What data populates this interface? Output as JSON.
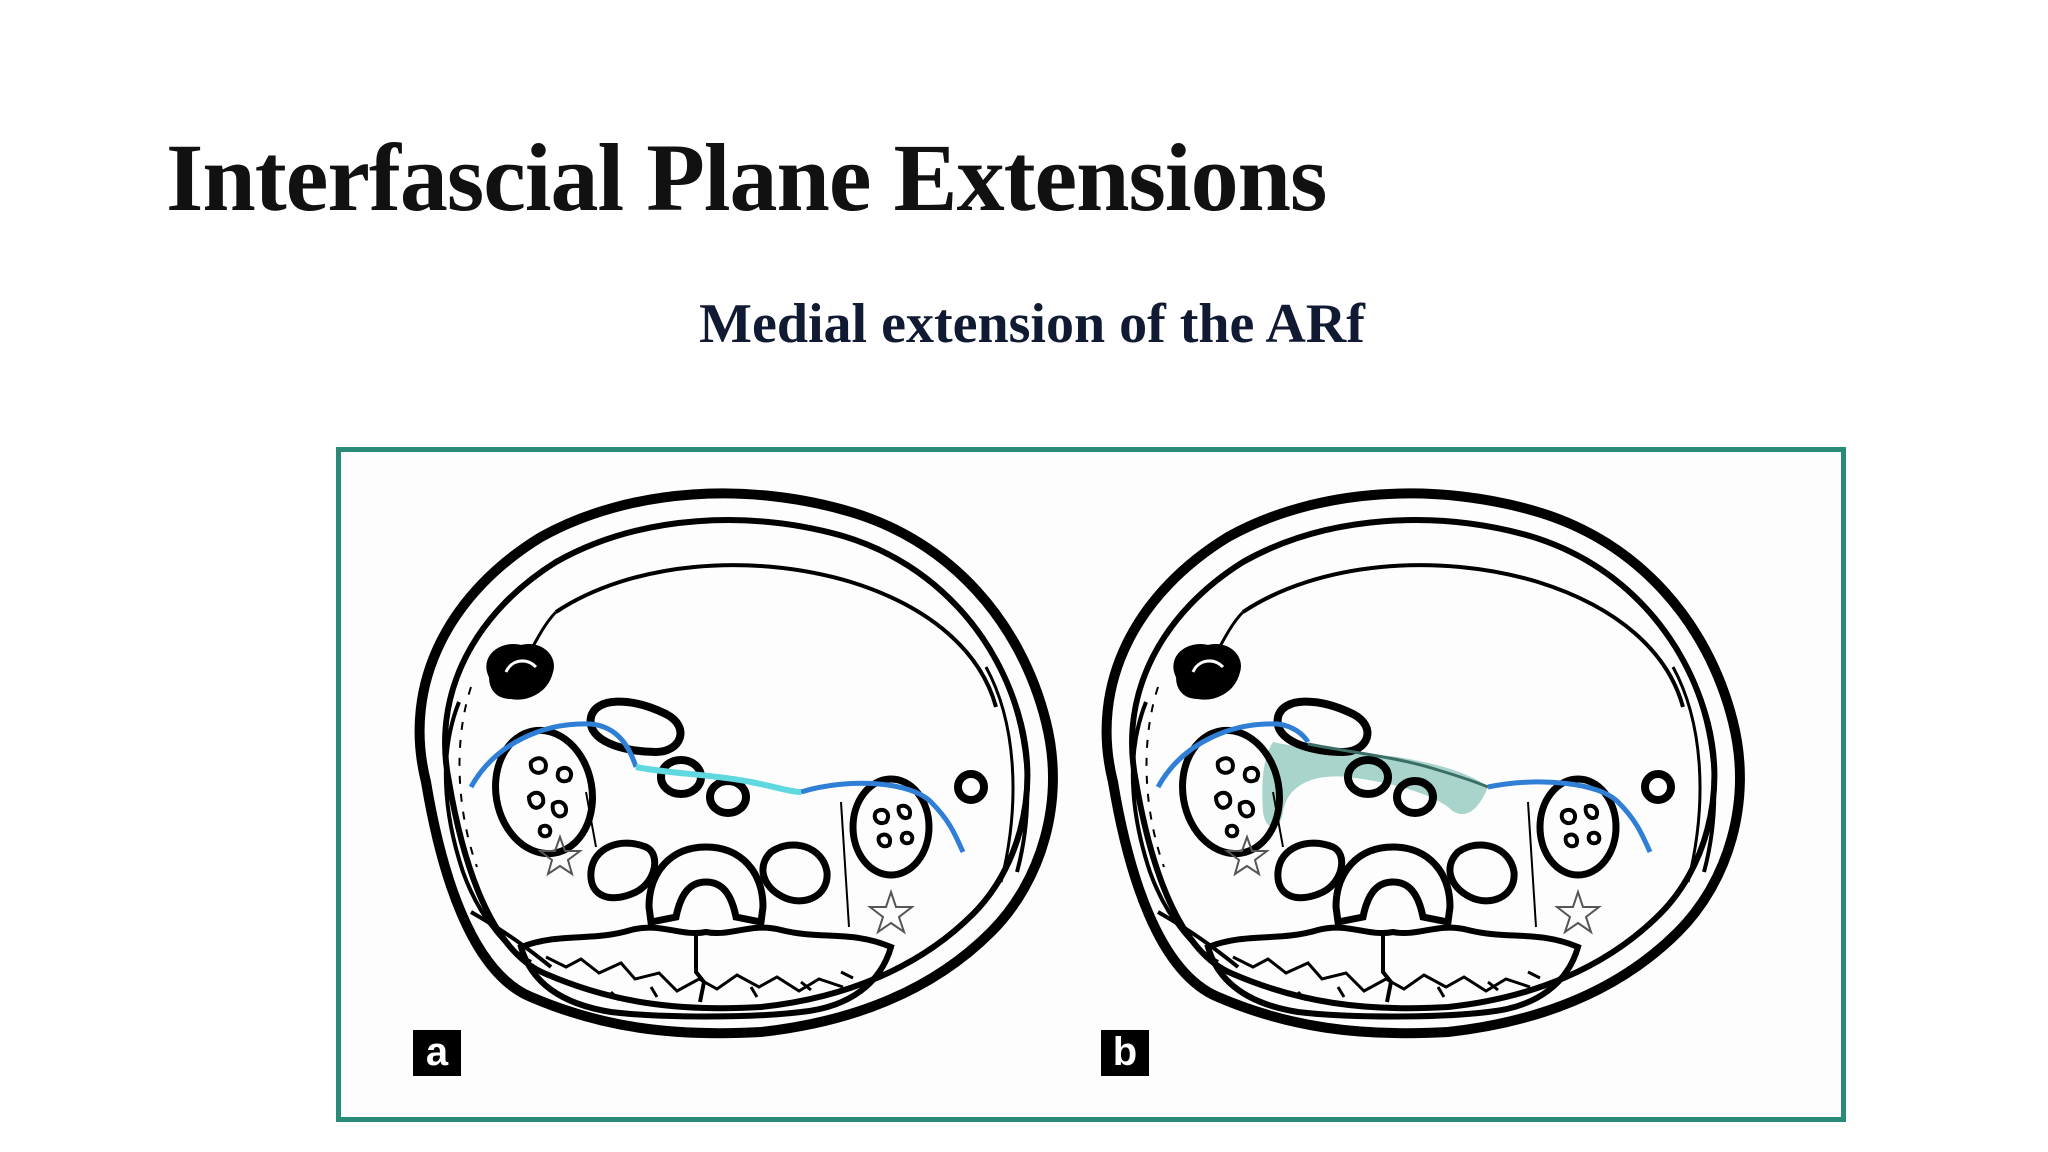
{
  "slide": {
    "title": "Interfascial Plane Extensions",
    "subtitle": "Medial extension of the ARf"
  },
  "figure": {
    "panels": [
      {
        "label": "a"
      },
      {
        "label": "b"
      }
    ],
    "colors": {
      "frame": "#2a8a78",
      "fascia_line": "#2f7fd6",
      "fluid_light": "#5fd8e0",
      "fluid_shaded": "#9fcfc6",
      "outline": "#000000"
    }
  }
}
